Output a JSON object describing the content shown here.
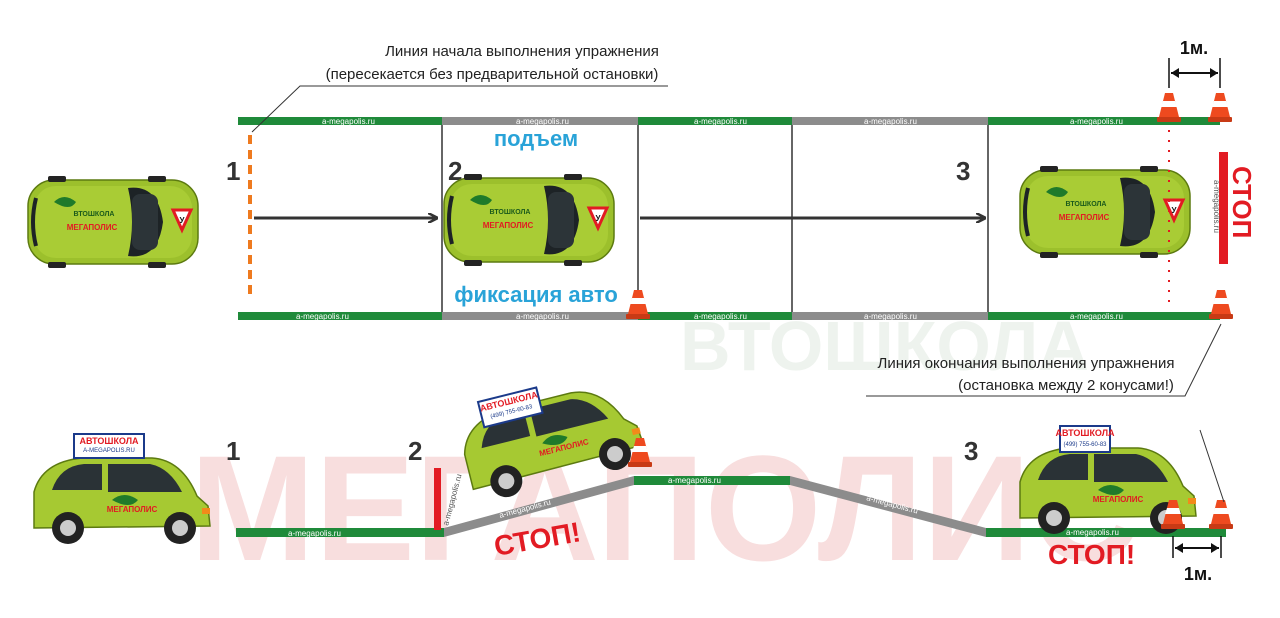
{
  "labels": {
    "start_line_title": "Линия начала выполнения упражнения",
    "start_line_note": "(пересекается без предварительной остановки)",
    "end_line_title": "Линия окончания выполнения упражнения",
    "end_line_note": "(остановка между 2 конусами!)",
    "lift": "подъем",
    "fix_car": "фиксация авто",
    "stop_vertical": "СТОП",
    "stop_bottom": "СТОП!",
    "distance_top": "1м.",
    "distance_bottom": "1м.",
    "site": "a-megapolis.ru",
    "stage_1": "1",
    "stage_2": "2",
    "stage_3": "3"
  },
  "watermark": {
    "word_main": "МЕГАПОЛИС",
    "word_small": "ВТОШКОЛА"
  },
  "car": {
    "roof_sign_title": "АВТОШКОЛА",
    "roof_sign_site": "A-MEGAPOLIS.RU",
    "roof_sign_phone": "(499) 755-60-83",
    "door_top": "ВТОШКОЛА",
    "door_bottom": "МЕГАПОЛИС",
    "student_mark": "У"
  },
  "colors": {
    "green_band": "#1f8a3a",
    "gray_band": "#8c8c8c",
    "accent_blue": "#29a3d8",
    "stop_red": "#e21b23",
    "car_body": "#9cc02c",
    "cone_orange": "#ee4a1f"
  }
}
